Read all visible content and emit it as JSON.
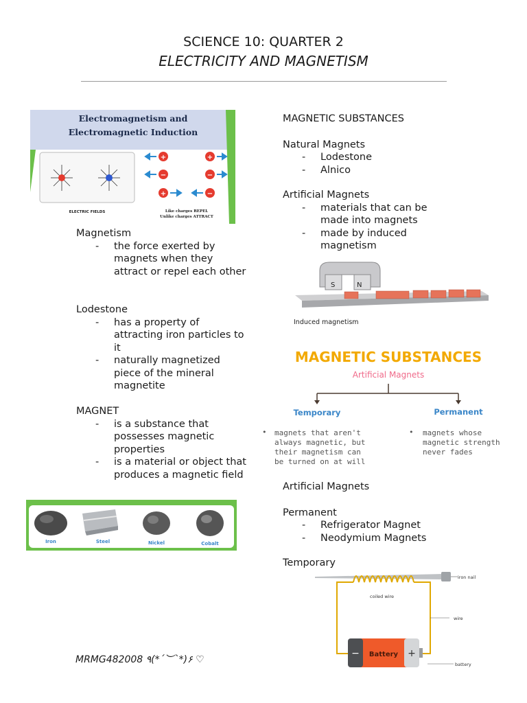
{
  "header": {
    "title": "SCIENCE 10: QUARTER 2",
    "subtitle": "ELECTRICITY AND MAGNETISM"
  },
  "em_image": {
    "title_line1": "Electromagnetism and",
    "title_line2": "Electromagnetic Induction",
    "caption_left": "ELECTRIC FIELDS",
    "caption_right_1": "Like charges REPEL",
    "caption_right_2": "Unlike charges ATTRACT",
    "plus": "+",
    "minus": "−",
    "accent": "#2a4fa8"
  },
  "left": {
    "magnetism_head": "Magnetism",
    "magnetism_items": [
      "the force exerted by magnets when they attract or repel each other"
    ],
    "lodestone_head": "Lodestone",
    "lodestone_items": [
      "has a property of attracting iron particles to it",
      "naturally magnetized piece of the mineral magnetite"
    ],
    "magnet_head": "MAGNET",
    "magnet_items": [
      "is a substance that possesses magnetic properties",
      "is a material or object that produces a magnetic field"
    ]
  },
  "metals_image": {
    "labels": [
      "Iron",
      "Steel",
      "Nickel",
      "Cobalt"
    ],
    "border_color": "#6cc04a"
  },
  "right": {
    "section_head": "MAGNETIC SUBSTANCES",
    "natural_head": "Natural Magnets",
    "natural_items": [
      "Lodestone",
      "Alnico"
    ],
    "artificial_head": "Artificial Magnets",
    "artificial_items": [
      "materials that can be made into magnets",
      "made by induced magnetism"
    ],
    "artificial_head2": "Artificial Magnets",
    "permanent_head": "Permanent",
    "permanent_items": [
      "Refrigerator Magnet",
      "Neodymium Magnets"
    ],
    "temporary_head": "Temporary"
  },
  "induced_image": {
    "label_s": "S",
    "label_n": "N",
    "caption": "Induced magnetism"
  },
  "substances_image": {
    "title": "MAGNETIC SUBSTANCES",
    "subtitle": "Artificial Magnets",
    "temporary_label": "Temporary",
    "permanent_label": "Permanent",
    "temporary_desc_1": "magnets that aren't",
    "temporary_desc_2": "always magnetic, but",
    "temporary_desc_3": "their magnetism can",
    "temporary_desc_4": "be turned on at will",
    "permanent_desc_1": "magnets      whose",
    "permanent_desc_2": "magnetic strength",
    "permanent_desc_3": "never fades",
    "title_color": "#f2a900",
    "subtitle_color": "#f06a8a",
    "branch_color": "#3a86c8"
  },
  "nail_image": {
    "iron_nail": "iron nail",
    "coiled_wire": "coiled wire",
    "wire": "wire",
    "battery_label": "Battery",
    "battery_caption": "battery",
    "minus": "−",
    "plus": "+"
  },
  "footer": {
    "text": "MRMG482008 ٩(*´︶`*)۶ ♡"
  }
}
